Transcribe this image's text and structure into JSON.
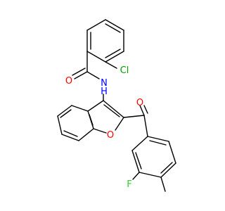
{
  "structure": {
    "atoms": {
      "chlorine": {
        "text": "Cl",
        "color": "#00a000"
      },
      "amide_oxygen": {
        "text": "O",
        "color": "#ff0000"
      },
      "amide_nitrogen": {
        "text": "N",
        "color": "#0000ff"
      },
      "amide_hydrogen": {
        "text": "H",
        "color": "#0000ff"
      },
      "ketone_oxygen": {
        "text": "O",
        "color": "#ff0000"
      },
      "furan_oxygen": {
        "text": "O",
        "color": "#ff0000"
      },
      "fluorine": {
        "text": "F",
        "color": "#33cc33"
      }
    }
  }
}
